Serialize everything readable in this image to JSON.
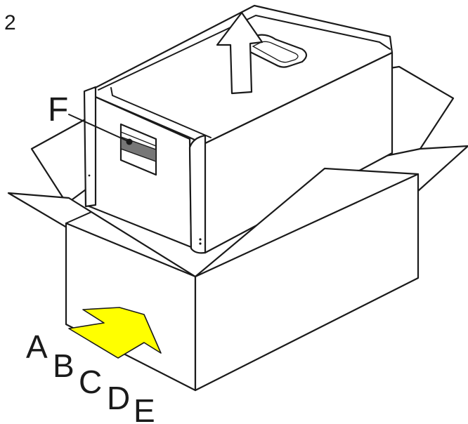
{
  "step_number": "2",
  "labels": {
    "a": "A",
    "b": "B",
    "c": "C",
    "d": "D",
    "e": "E",
    "f": "F"
  },
  "colors": {
    "arrow_fill": "#ffff00",
    "label_patch": "#777777",
    "line": "#1a1a1a"
  },
  "icons": {
    "lift_arrow": "up-arrow-icon",
    "orientation_arrow": "yellow-arrow-icon"
  }
}
